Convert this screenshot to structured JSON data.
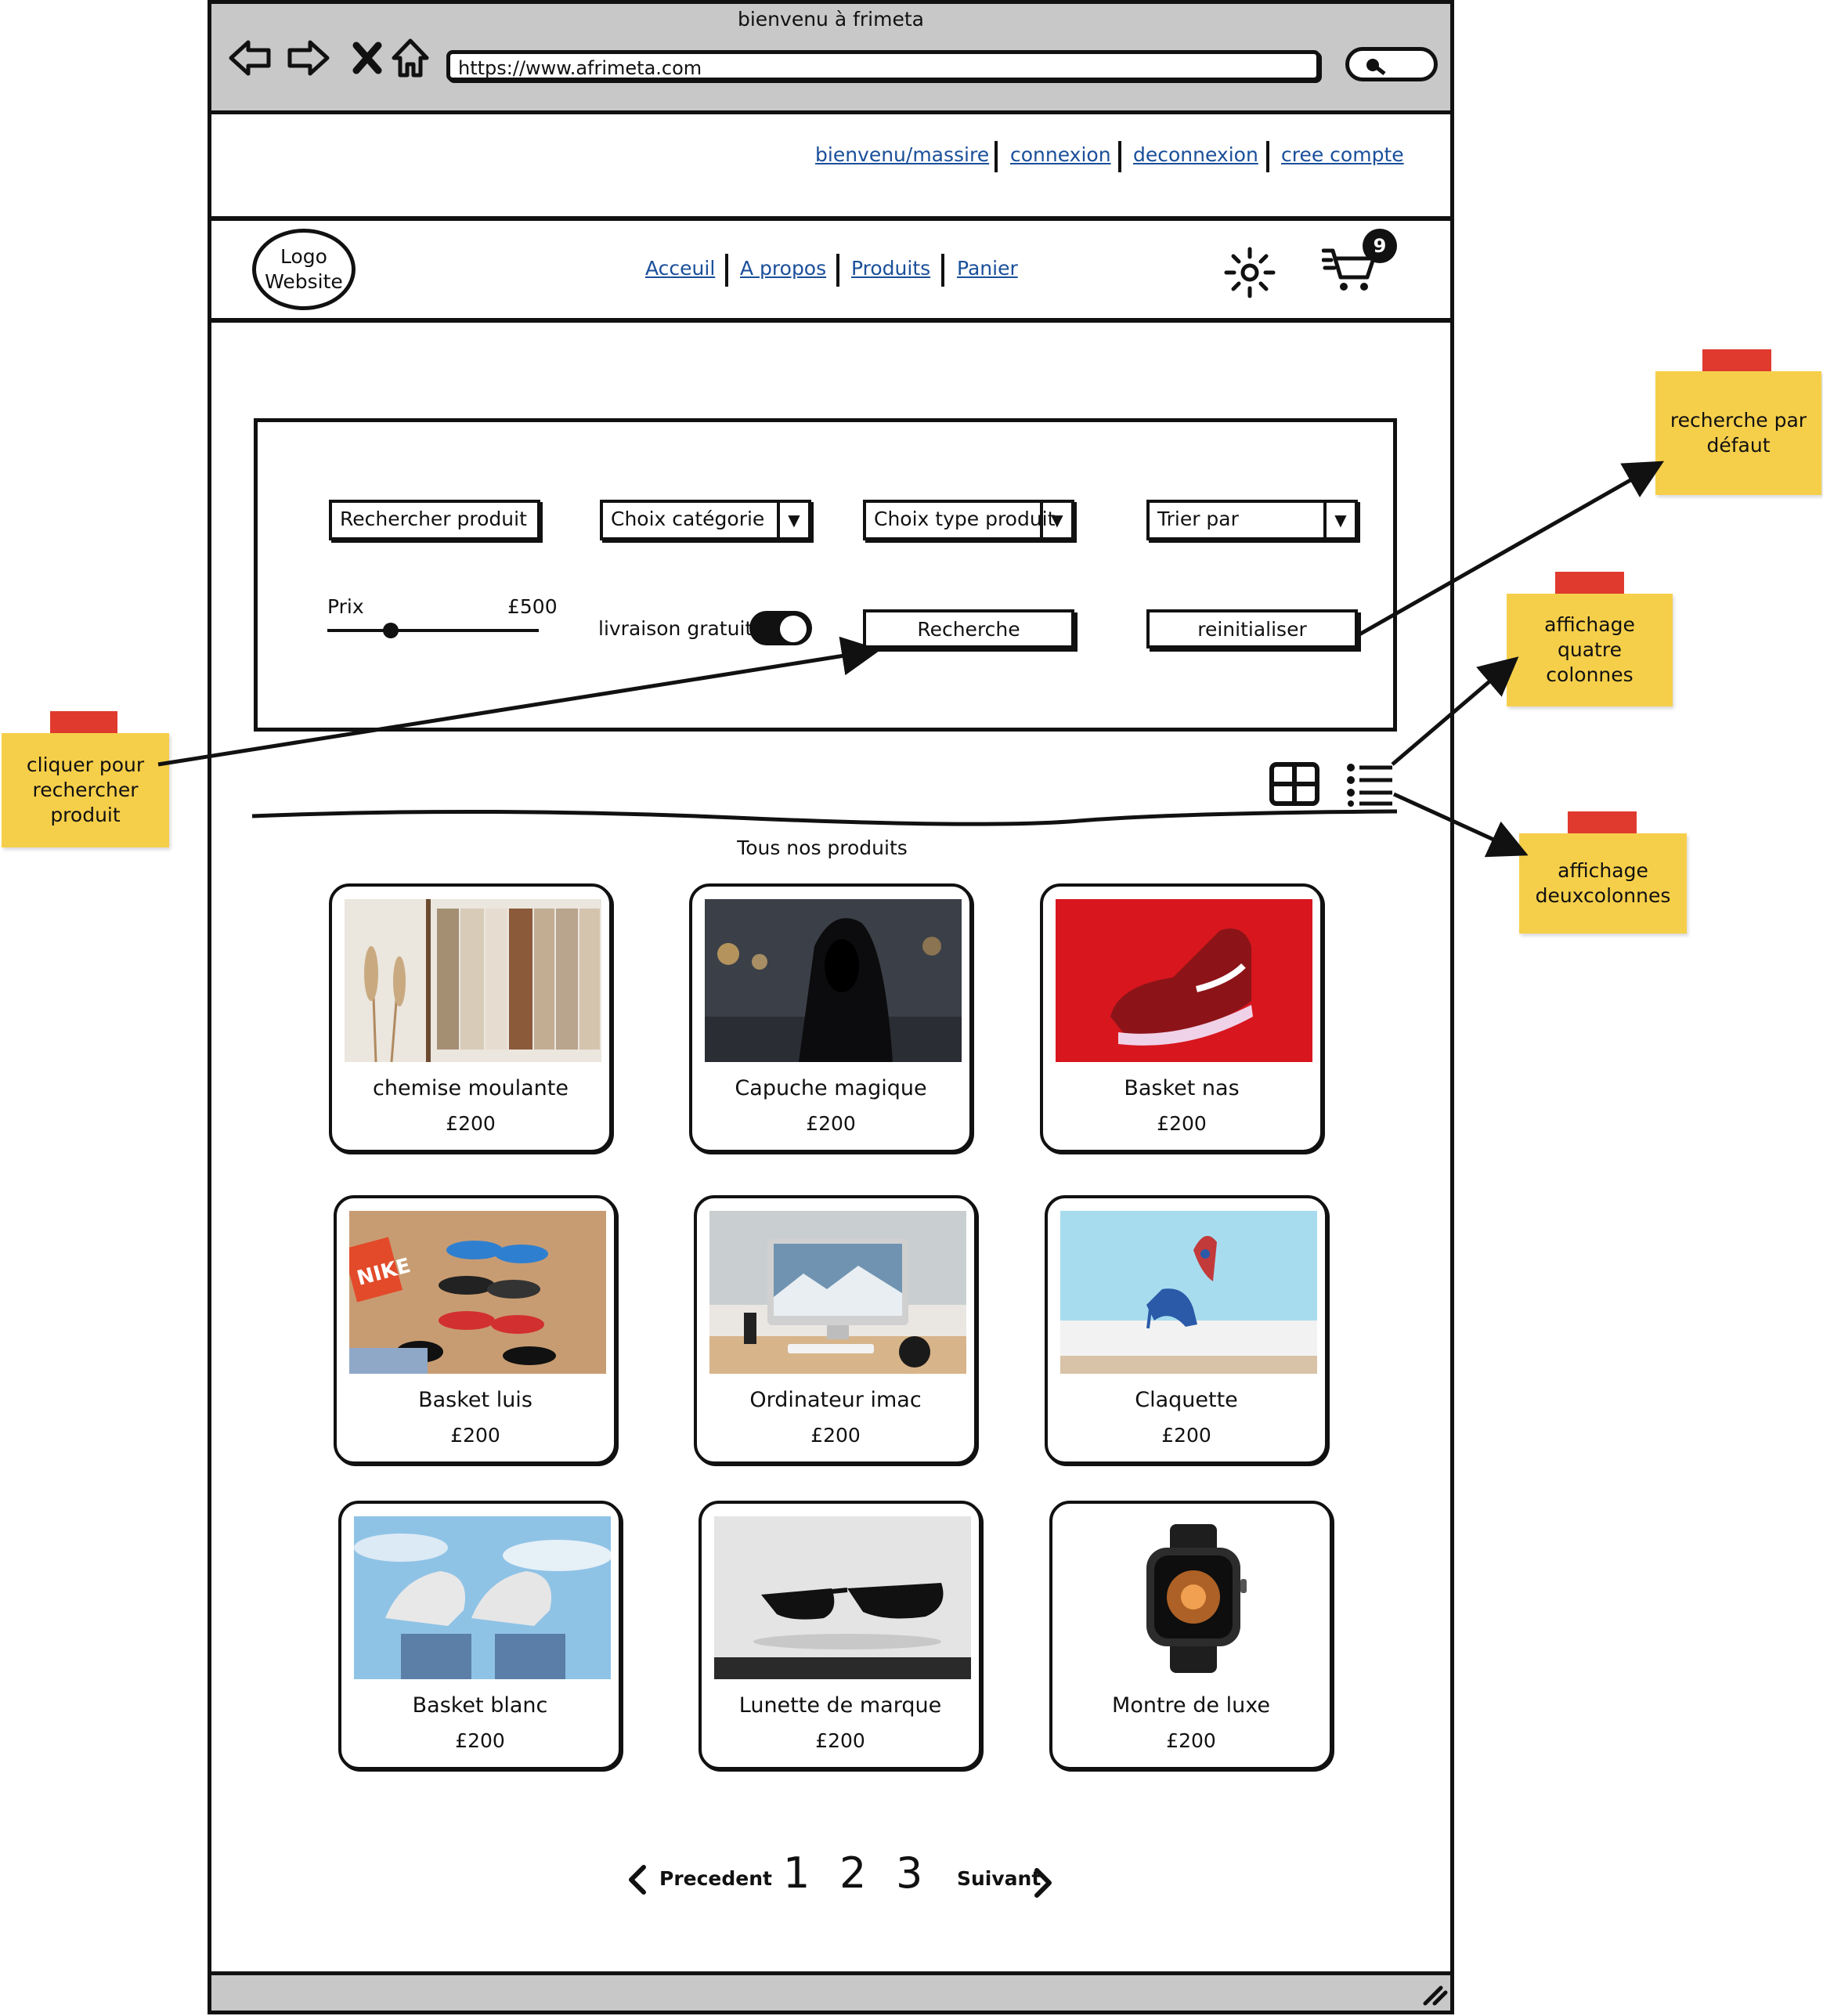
{
  "browser": {
    "title": "bienvenu à frimeta",
    "url": "https://www.afrimeta.com"
  },
  "top_links": [
    "bienvenu/massire",
    "connexion",
    "deconnexion",
    "cree compte"
  ],
  "header": {
    "logo_line1": "Logo",
    "logo_line2": "Website",
    "nav": [
      "Acceuil",
      "A propos",
      "Produits",
      "Panier"
    ],
    "cart_count": "9"
  },
  "filters": {
    "search_label": "Rechercher produit",
    "category_label": "Choix catégorie",
    "type_label": "Choix type produit",
    "sort_label": "Trier par",
    "price_label": "Prix",
    "price_max": "£500",
    "price_slider_level": 0.3,
    "free_delivery_label": "livraison gratuite",
    "free_delivery_on": true,
    "search_button": "Recherche",
    "reset_button": "reinitialiser"
  },
  "products_section": {
    "title": "Tous nos produits",
    "items": [
      {
        "name": "chemise moulante",
        "price": "£200",
        "image": "clothes-rack"
      },
      {
        "name": "Capuche magique",
        "price": "£200",
        "image": "hooded-figure"
      },
      {
        "name": "Basket nas",
        "price": "£200",
        "image": "red-sneaker"
      },
      {
        "name": "Basket luis",
        "price": "£200",
        "image": "sneakers-floor"
      },
      {
        "name": "Ordinateur imac",
        "price": "£200",
        "image": "imac-desk"
      },
      {
        "name": "Claquette",
        "price": "£200",
        "image": "heels-blue"
      },
      {
        "name": "Basket blanc",
        "price": "£200",
        "image": "white-sneakers-sky"
      },
      {
        "name": "Lunette de marque",
        "price": "£200",
        "image": "sunglasses"
      },
      {
        "name": "Montre de luxe",
        "price": "£200",
        "image": "smartwatch"
      }
    ]
  },
  "pagination": {
    "prev": "Precedent",
    "pages": [
      "1",
      "2",
      "3"
    ],
    "next": "Suivant"
  },
  "notes": {
    "search_click": "cliquer pour rechercher produit",
    "default_search": "recherche par défaut",
    "four_columns": "affichage quatre colonnes",
    "two_columns": "affichage deuxcolonnes"
  },
  "colors": {
    "chrome": "#c8c8c8",
    "link": "#1a4f9a",
    "note": "#f6cf4a",
    "tape": "#e03a2f"
  }
}
